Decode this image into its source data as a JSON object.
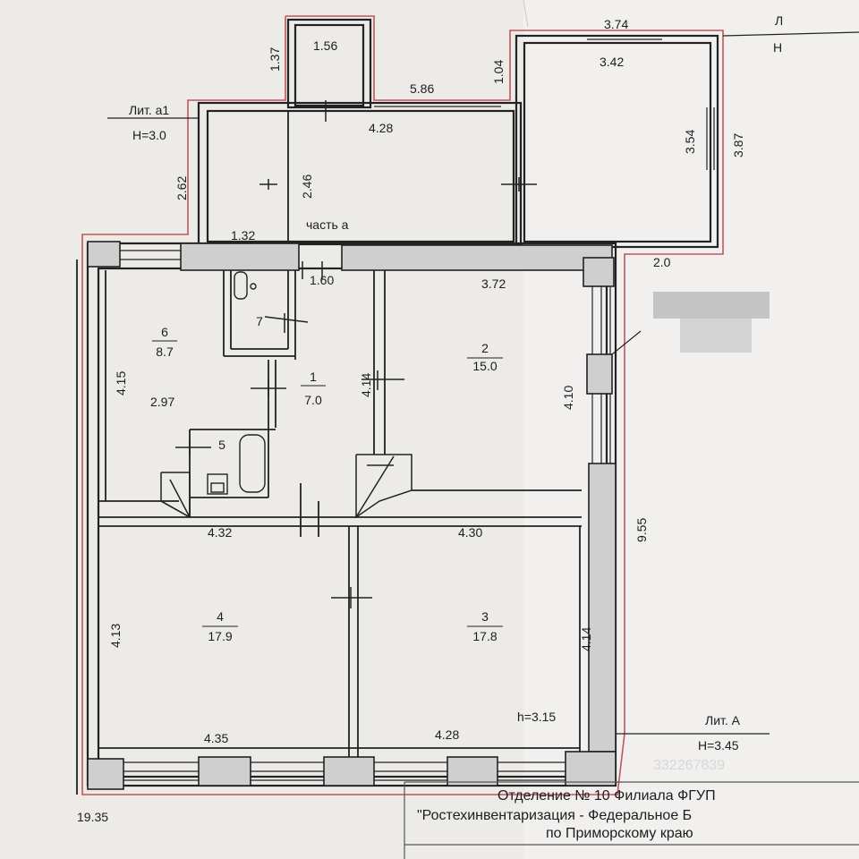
{
  "dimensions": {
    "top_1_56": "1.56",
    "top_1_37": "1.37",
    "top_5_86": "5.86",
    "top_1_04": "1.04",
    "top_3_74": "3.74",
    "top_3_42": "3.42",
    "top_4_28": "4.28",
    "right_3_54": "3.54",
    "right_3_87": "3.87",
    "left_2_62": "2.62",
    "left_2_46": "2.46",
    "mid_1_32": "1.32",
    "mid_1_60": "1.60",
    "mid_3_72": "3.72",
    "mid_2_0": "2.0",
    "left_4_15": "4.15",
    "mid_2_97": "2.97",
    "mid_4_14_door": "4.14",
    "right_4_10": "4.10",
    "right_9_55": "9.55",
    "low_4_32": "4.32",
    "low_4_30": "4.30",
    "low_4_13": "4.13",
    "low_4_14": "4.14",
    "bottom_4_35": "4.35",
    "bottom_4_28": "4.28",
    "total_19_35": "19.35"
  },
  "labels": {
    "lit_a1": "Лит. а1",
    "h_a1": "Н=3.0",
    "part_a": "часть а",
    "lit_a": "Лит. А",
    "h_a": "Н=3.45",
    "h_room": "h=3.15",
    "edge_top": "Л",
    "edge_top2": "Н"
  },
  "rooms": [
    {
      "num": "6",
      "area": "8.7"
    },
    {
      "num": "7",
      "area": ""
    },
    {
      "num": "1",
      "area": "7.0"
    },
    {
      "num": "2",
      "area": "15.0"
    },
    {
      "num": "5",
      "area": ""
    },
    {
      "num": "4",
      "area": "17.9"
    },
    {
      "num": "3",
      "area": "17.8"
    }
  ],
  "stamp": {
    "line1": "Отделение № 10 Филиала ФГУП",
    "line2": "\"Ростехинвентаризация - Федеральное Б",
    "line3": "по Приморскому краю"
  },
  "watermark": "332267839"
}
